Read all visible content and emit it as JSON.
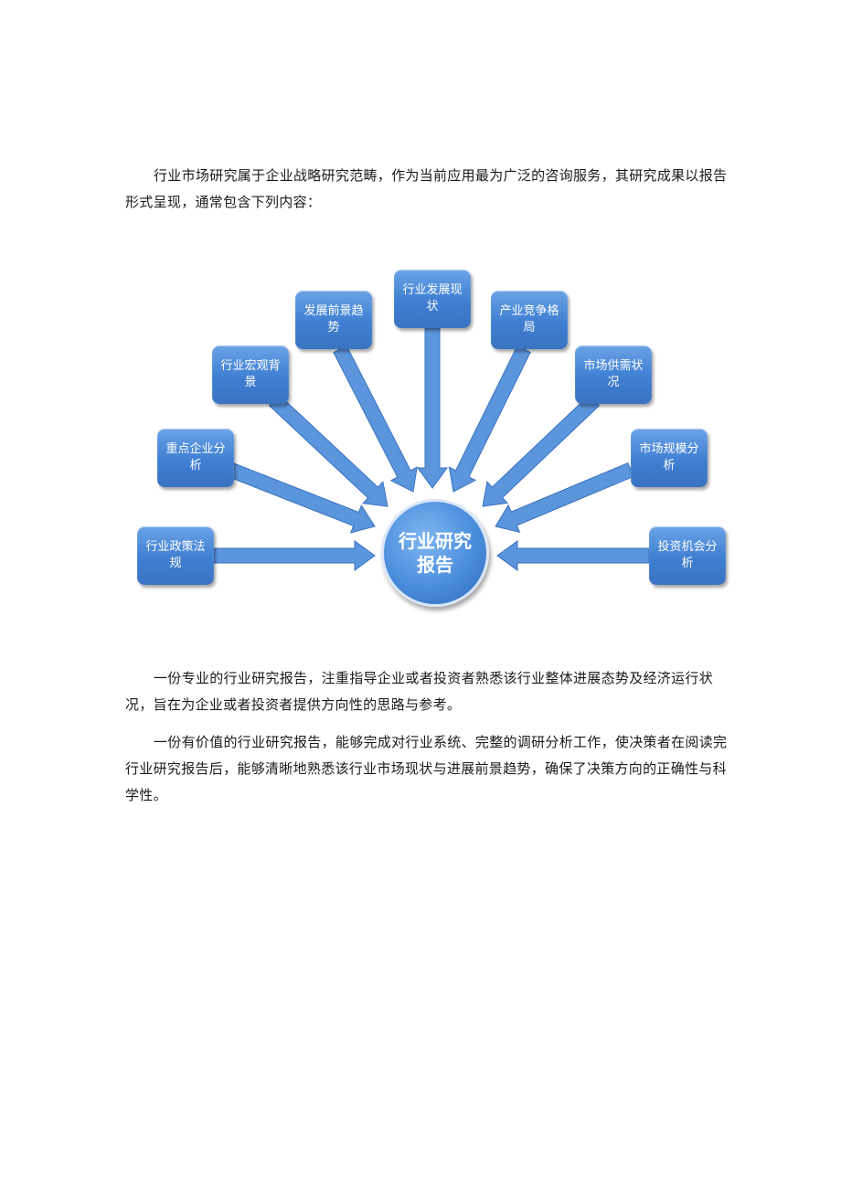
{
  "intro": "行业市场研究属于企业战略研究范畴，作为当前应用最为广泛的咨询服务，其研究成果以报告形式呈现，通常包含下列内容：",
  "diagram": {
    "center": "行业研究报告",
    "nodes": [
      "行业政策法规",
      "重点企业分析",
      "行业宏观背景",
      "发展前景趋势",
      "行业发展现状",
      "产业竞争格局",
      "市场供需状况",
      "市场规模分析",
      "投资机会分析"
    ]
  },
  "para2": "一份专业的行业研究报告，注重指导企业或者投资者熟悉该行业整体进展态势及经济运行状况，旨在为企业或者投资者提供方向性的思路与参考。",
  "para3": "一份有价值的行业研究报告，能够完成对行业系统、完整的调研分析工作，使决策者在阅读完行业研究报告后，能够清晰地熟悉该行业市场现状与进展前景趋势，确保了决策方向的正确性与科学性。",
  "colors": {
    "box": "#4a86d4",
    "arrow": "#5b95dc"
  }
}
